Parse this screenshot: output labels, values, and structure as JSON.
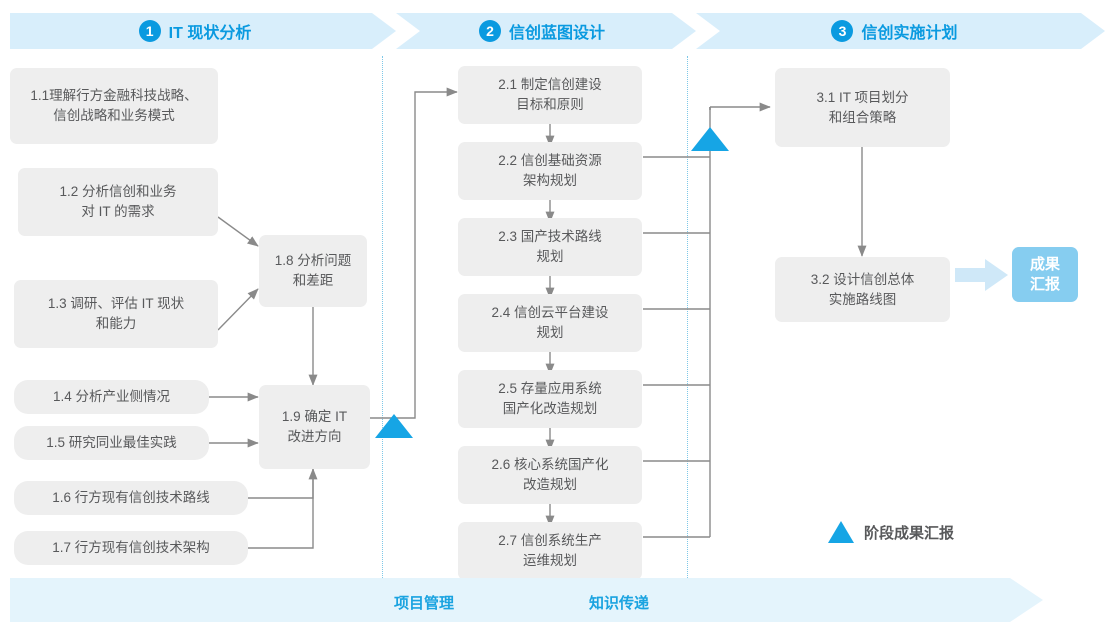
{
  "header": {
    "stages": [
      {
        "number": "1",
        "title": "IT 现状分析"
      },
      {
        "number": "2",
        "title": "信创蓝图设计"
      },
      {
        "number": "3",
        "title": "信创实施计划"
      }
    ]
  },
  "stage1": {
    "boxes": [
      {
        "id": "1.1",
        "text": "1.1理解行方金融科技战略、\n信创战略和业务模式"
      },
      {
        "id": "1.2",
        "text": "1.2 分析信创和业务\n对 IT 的需求"
      },
      {
        "id": "1.3",
        "text": "1.3 调研、评估 IT 现状\n和能力"
      },
      {
        "id": "1.4",
        "text": "1.4 分析产业侧情况"
      },
      {
        "id": "1.5",
        "text": "1.5 研究同业最佳实践"
      },
      {
        "id": "1.6",
        "text": "1.6 行方现有信创技术路线"
      },
      {
        "id": "1.7",
        "text": "1.7 行方现有信创技术架构"
      },
      {
        "id": "1.8",
        "text": "1.8 分析问题\n和差距"
      },
      {
        "id": "1.9",
        "text": "1.9 确定 IT\n改进方向"
      }
    ]
  },
  "stage2": {
    "boxes": [
      {
        "id": "2.1",
        "text": "2.1 制定信创建设\n目标和原则"
      },
      {
        "id": "2.2",
        "text": "2.2 信创基础资源\n架构规划"
      },
      {
        "id": "2.3",
        "text": "2.3 国产技术路线\n规划"
      },
      {
        "id": "2.4",
        "text": "2.4 信创云平台建设\n规划"
      },
      {
        "id": "2.5",
        "text": "2.5 存量应用系统\n国产化改造规划"
      },
      {
        "id": "2.6",
        "text": "2.6 核心系统国产化\n改造规划"
      },
      {
        "id": "2.7",
        "text": "2.7 信创系统生产\n运维规划"
      }
    ]
  },
  "stage3": {
    "boxes": [
      {
        "id": "3.1",
        "text": "3.1 IT 项目划分\n和组合策略"
      },
      {
        "id": "3.2",
        "text": "3.2 设计信创总体\n实施路线图"
      }
    ],
    "result": {
      "text": "成果\n汇报"
    }
  },
  "legend": {
    "text": "阶段成果汇报"
  },
  "footer": {
    "labels": [
      "项目管理",
      "知识传递"
    ]
  },
  "colors": {
    "accent": "#0a9ae0",
    "band": "#d8eefb",
    "box": "#eeeeee",
    "box_text": "#58595b",
    "result": "#86cdf0",
    "footer_band": "#e4f4fc",
    "connector": "#8a8a8a",
    "divider": "#7ec8e8",
    "milestone": "#16a5e5"
  }
}
